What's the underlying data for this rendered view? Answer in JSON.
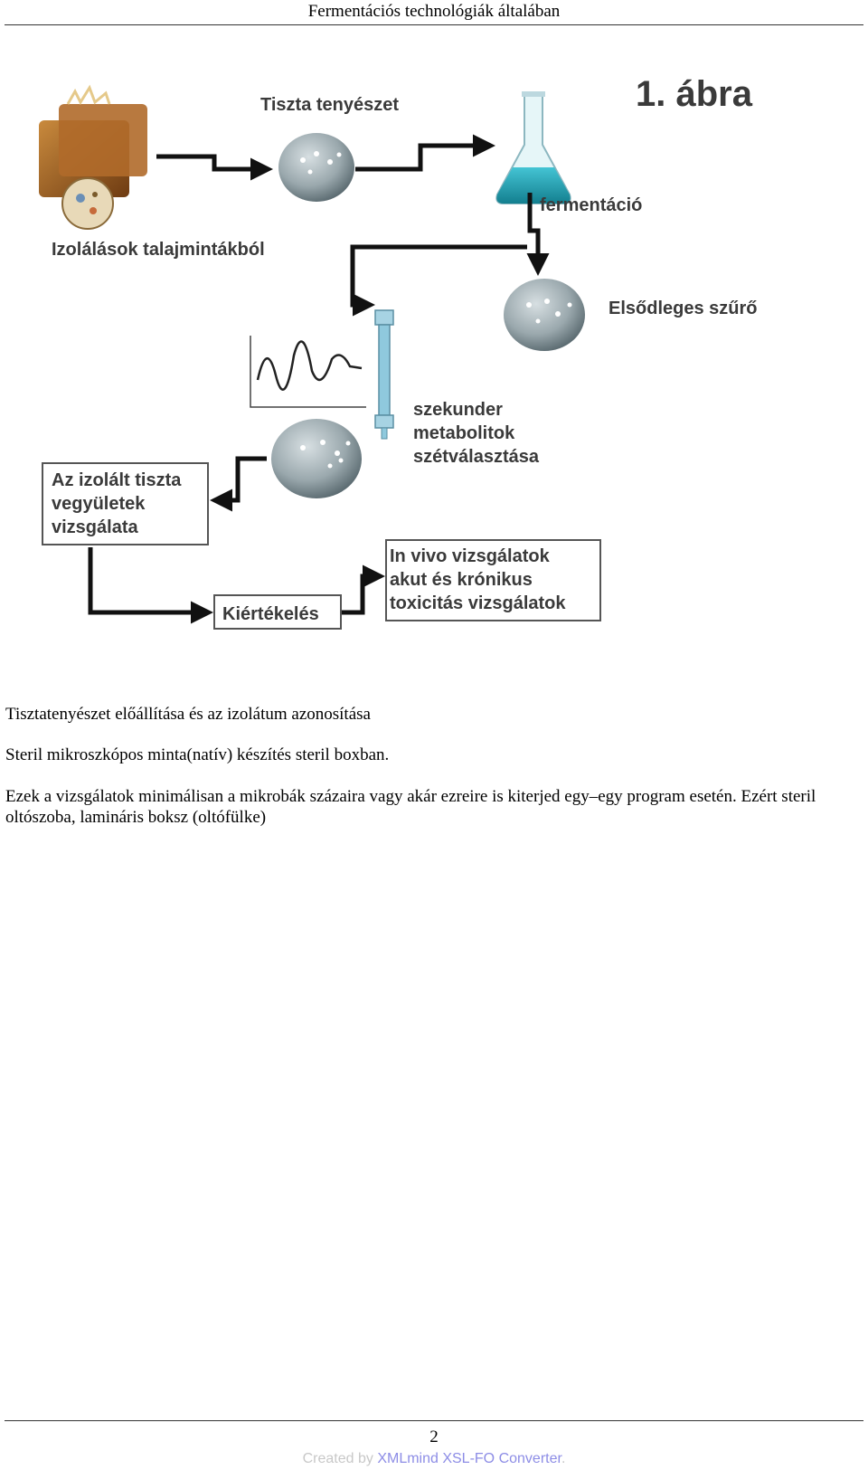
{
  "header": {
    "title": "Fermentációs technológiák általában"
  },
  "figure": {
    "number_label": "1. ábra",
    "labels": {
      "pure_culture": "Tiszta tenyészet",
      "soil_isolation": "Izolálások talajmintákból",
      "fermentation": "fermentáció",
      "primary_filter": "Elsődleges szűrő",
      "secondary_line1": "szekunder",
      "secondary_line2": "metabolitok",
      "secondary_line3": "szétválasztása",
      "compounds_line1": "Az izolált tiszta",
      "compounds_line2": "vegyületek",
      "compounds_line3": "vizsgálata",
      "evaluation": "Kiértékelés",
      "invivo_line1": "In vivo vizsgálatok",
      "invivo_line2": "akut és krónikus",
      "invivo_line3": "toxicitás vizsgálatok"
    },
    "icons": [
      "soil-sample-icon",
      "petri-dish-icon",
      "flask-icon",
      "chromatography-column-icon",
      "chromatogram-icon",
      "arrow-icon"
    ],
    "colors": {
      "arrow": "#111111",
      "flask_liquid": "#1f9fb0",
      "column": "#8fc9dd",
      "label": "#3a3a3a"
    }
  },
  "body": {
    "p1": "Tisztatenyészet előállítása és az izolátum azonosítása",
    "p2": "Steril mikroszkópos minta(natív) készítés steril boxban.",
    "p3": "Ezek a vizsgálatok minimálisan a mikrobák százaira vagy akár ezreire is kiterjed egy–egy program esetén. Ezért steril oltószoba, lamináris boksz (oltófülke)"
  },
  "footer": {
    "page_number": "2",
    "converter_prefix": "Created by ",
    "converter_brand": "XMLmind XSL-FO Converter",
    "converter_suffix": "."
  }
}
